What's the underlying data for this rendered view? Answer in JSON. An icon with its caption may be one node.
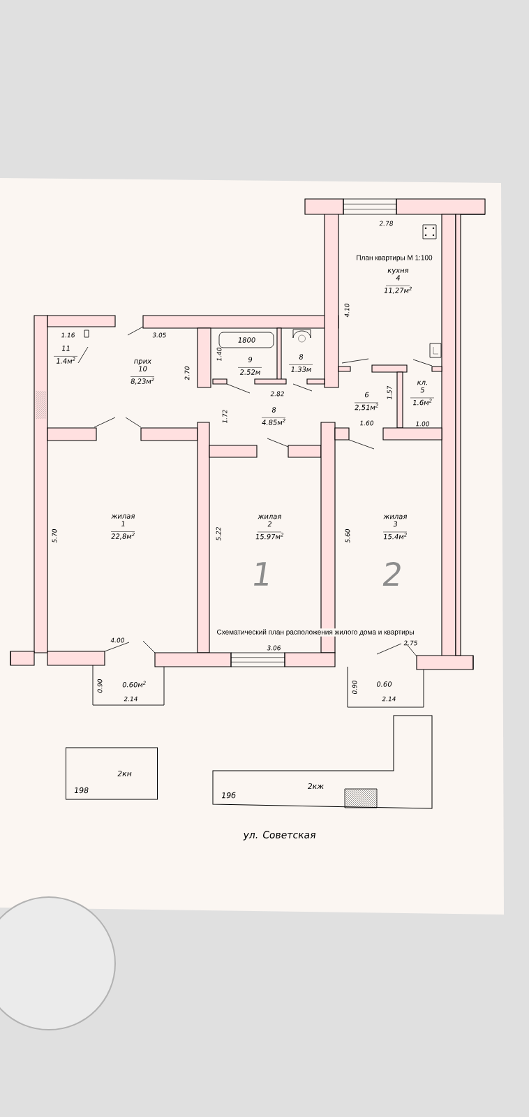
{
  "diagram": {
    "nodes": [
      {
        "text": [
          "11",
          "1.4м$^{2}$"
        ]
      },
      {
        "text": [
          "прих",
          "10",
          "8,23м$^{2}$"
        ]
      },
      {
        "text": [
          "1800"
        ]
      },
      {
        "text": [
          "9",
          "2.52м"
        ]
      },
      {
        "text": [
          "8",
          "1.33м"
        ]
      },
      {
        "text": [
          "кухня",
          "4",
          "11,27м$^{2}$"
        ]
      },
      {
        "text": [
          "8",
          "4.85м$^{2}$"
        ]
      },
      {
        "text": [
          "6",
          "2,51м$^{2}$"
        ]
      },
      {
        "text": [
          "кл.",
          "5",
          "1.6м$^{2}$"
        ]
      },
      {
        "text": [
          "жилая",
          "1",
          "22,8м$^{2}$"
        ]
      },
      {
        "text": [
          "жилая",
          "2",
          "15.97м$^{2}$"
        ]
      },
      {
        "text": [
          "жилая",
          "3",
          "15.4м$^{2}$"
        ]
      },
      {
        "text": [
          "0.60м$^{2}$"
        ]
      },
      {
        "text": [
          "0.60"
        ]
      },
      {
        "text": [
          "2кн",
          "198"
        ]
      },
      {
        "text": [
          "2кж",
          "19б"
        ]
      }
    ],
    "labels": [
      "1.16",
      "3.05",
      "2.70",
      "1.40",
      "2.82",
      "1.72",
      "2.78",
      "План квартиры М 1:100",
      "4.10",
      "1.57",
      "1.60",
      "1.00",
      "5.70",
      "5.22",
      "5.60",
      "1",
      "2",
      "Схематический план расположения жилого дома и квартиры",
      "4.00",
      "3.06",
      "2.75",
      "0.90",
      "2.14",
      "0.90",
      "2.14",
      "ул. Советская"
    ]
  }
}
